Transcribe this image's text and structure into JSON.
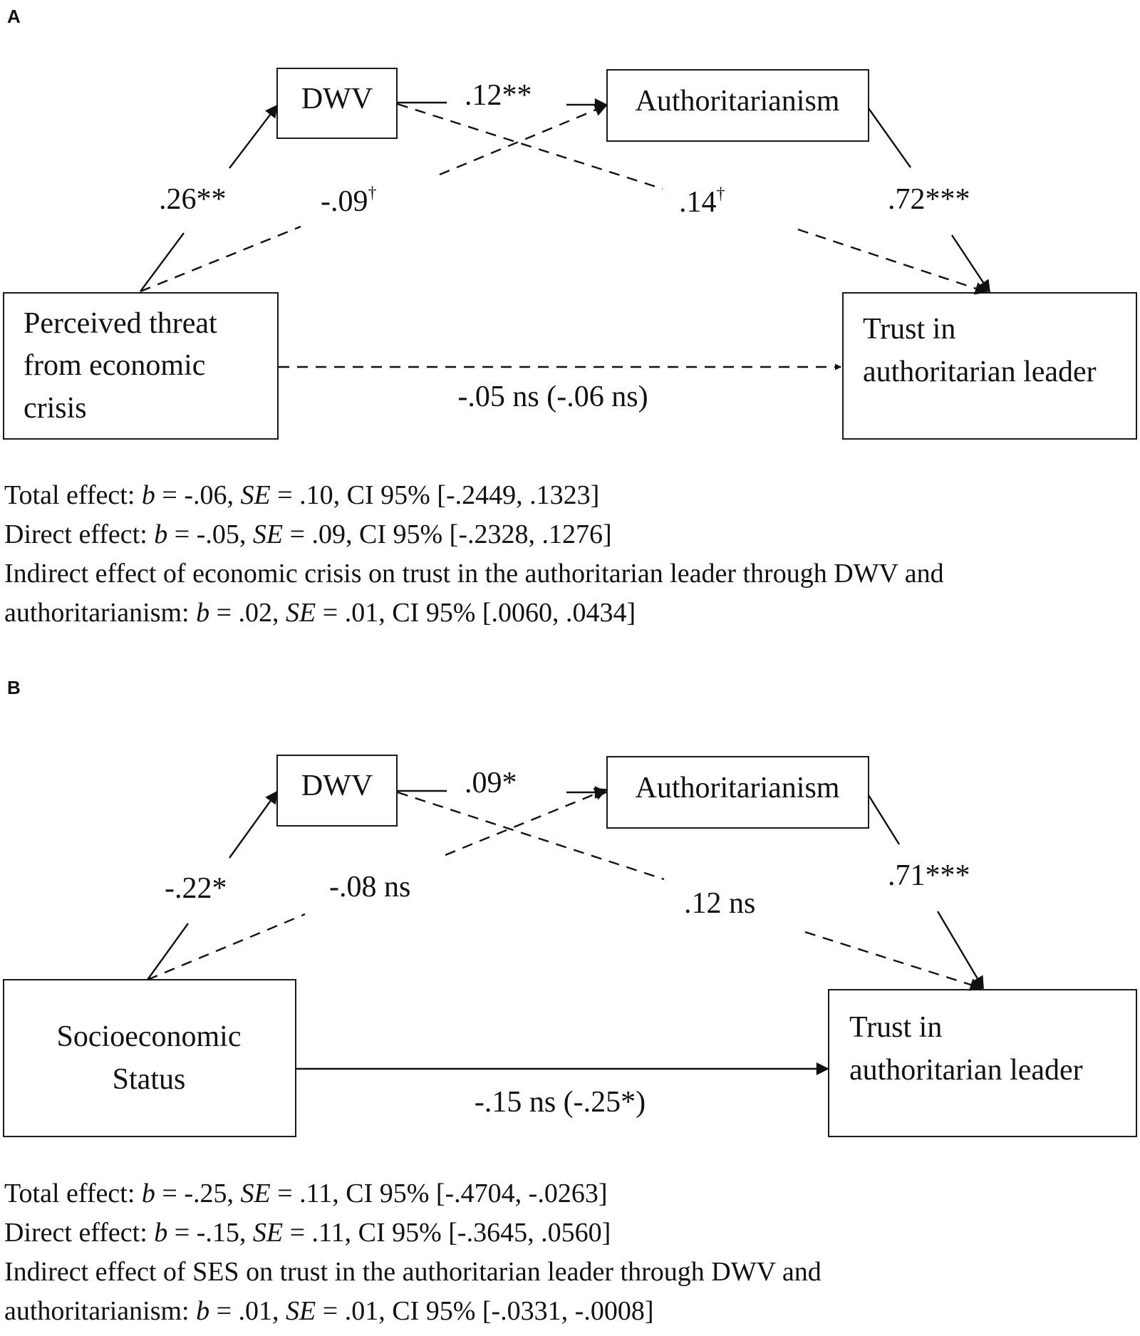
{
  "panels": [
    {
      "letter": "A",
      "nodes": {
        "dwv": "DWV",
        "auth": "Authoritarianism",
        "predictor": [
          "Perceived threat",
          "from economic",
          "crisis"
        ],
        "outcome": [
          "Trust in",
          "authoritarian leader"
        ]
      },
      "paths": {
        "pred_dwv": ".26**",
        "pred_auth": "-.09",
        "pred_auth_sup": "†",
        "dwv_auth": ".12**",
        "dwv_trust": ".14",
        "dwv_trust_sup": "†",
        "auth_trust": ".72***",
        "direct": "-.05 ns (-.06 ns)"
      },
      "stats": {
        "total": {
          "prefix": "Total effect: ",
          "b": "b",
          "b_val": " = -.06, ",
          "se": "SE",
          "se_val": " = .10, CI 95% [-.2449, .1323]"
        },
        "direct": {
          "prefix": "Direct effect: ",
          "b": "b",
          "b_val": " = -.05, ",
          "se": "SE",
          "se_val": " = .09, CI 95% [-.2328, .1276]"
        },
        "indirect_line1": "Indirect effect of economic crisis on trust in the authoritarian leader through DWV and",
        "indirect": {
          "prefix": "authoritarianism: ",
          "b": "b",
          "b_val": " = .02, ",
          "se": "SE",
          "se_val": " = .01, CI 95% [.0060, .0434]"
        }
      }
    },
    {
      "letter": "B",
      "nodes": {
        "dwv": "DWV",
        "auth": "Authoritarianism",
        "predictor": [
          "Socioeconomic",
          "Status"
        ],
        "outcome": [
          "Trust in",
          "authoritarian leader"
        ]
      },
      "paths": {
        "pred_dwv": "-.22*",
        "pred_auth": "-.08 ns",
        "dwv_auth": ".09*",
        "dwv_trust": ".12 ns",
        "auth_trust": ".71***",
        "direct": "-.15 ns (-.25*)"
      },
      "stats": {
        "total": {
          "prefix": "Total effect: ",
          "b": "b",
          "b_val": " = -.25, ",
          "se": "SE",
          "se_val": " = .11, CI 95% [-.4704, -.0263]"
        },
        "direct": {
          "prefix": "Direct effect: ",
          "b": "b",
          "b_val": " = -.15, ",
          "se": "SE",
          "se_val": " = .11, CI 95% [-.3645, .0560]"
        },
        "indirect_line1": "Indirect effect of SES on trust in the authoritarian leader through DWV and",
        "indirect": {
          "prefix": "authoritarianism: ",
          "b": "b",
          "b_val": " = .01, ",
          "se": "SE",
          "se_val": " = .01, CI 95% [-.0331, -.0008]"
        }
      }
    }
  ]
}
